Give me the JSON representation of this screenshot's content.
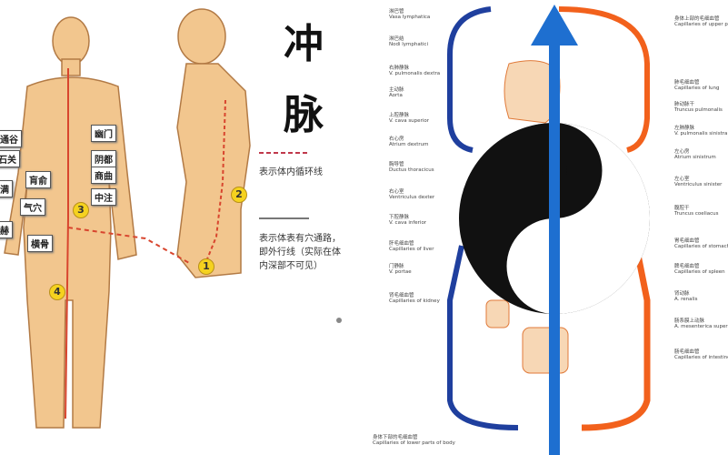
{
  "meridian": {
    "title_chars": [
      "冲",
      "脉"
    ],
    "points": [
      "幽门",
      "阴都",
      "商曲",
      "中注",
      "肓俞",
      "气穴",
      "横骨",
      "通谷",
      "石关",
      "满",
      "赫"
    ],
    "markers": [
      "1",
      "2",
      "3",
      "4"
    ],
    "legend": {
      "dashed": "表示体内循环线",
      "solid": "表示体表有穴通路，即外行线（实际在体内深部不可见）"
    }
  },
  "circulation": {
    "left_labels": [
      {
        "cn": "淋巴管",
        "en": "Vasa lymphatica"
      },
      {
        "cn": "淋巴结",
        "en": "Nodi lymphatici"
      },
      {
        "cn": "右肺静脉",
        "en": "V. pulmonalis dextra"
      },
      {
        "cn": "主动脉",
        "en": "Aorta"
      },
      {
        "cn": "上腔静脉",
        "en": "V. cava superior"
      },
      {
        "cn": "右心房",
        "en": "Atrium dextrum"
      },
      {
        "cn": "胸导管",
        "en": "Ductus thoracicus"
      },
      {
        "cn": "右心室",
        "en": "Ventriculus dexter"
      },
      {
        "cn": "下腔静脉",
        "en": "V. cava inferior"
      },
      {
        "cn": "肝毛细血管",
        "en": "Capillaries of liver"
      },
      {
        "cn": "门静脉",
        "en": "V. portae"
      },
      {
        "cn": "肾毛细血管",
        "en": "Capillaries of kidney"
      }
    ],
    "right_labels": [
      {
        "cn": "身体上部的毛细血管",
        "en": "Capillaries of upper periphery"
      },
      {
        "cn": "肺毛细血管",
        "en": "Capillaries of lung"
      },
      {
        "cn": "肺动脉干",
        "en": "Truncus pulmonalis"
      },
      {
        "cn": "左肺静脉",
        "en": "V. pulmonalis sinistra"
      },
      {
        "cn": "左心房",
        "en": "Atrium sinistrum"
      },
      {
        "cn": "左心室",
        "en": "Ventriculus sinister"
      },
      {
        "cn": "腹腔干",
        "en": "Truncus coeliacus"
      },
      {
        "cn": "胃毛细血管",
        "en": "Capillaries of stomach"
      },
      {
        "cn": "脾毛细血管",
        "en": "Capillaries of spleen"
      },
      {
        "cn": "肾动脉",
        "en": "A. renalis"
      },
      {
        "cn": "肠系膜上动脉",
        "en": "A. mesenterica superior"
      },
      {
        "cn": "肠毛细血管",
        "en": "Capillaries of intestine"
      }
    ],
    "bottom_label": {
      "cn": "身体下部的毛细血管",
      "en": "Capillaries of lower parts of body"
    }
  },
  "colors": {
    "skin": "#f2c68e",
    "meridian": "#d8452e",
    "vein": "#1f3f9e",
    "artery": "#f2611c",
    "arrow": "#1e6fd0"
  }
}
